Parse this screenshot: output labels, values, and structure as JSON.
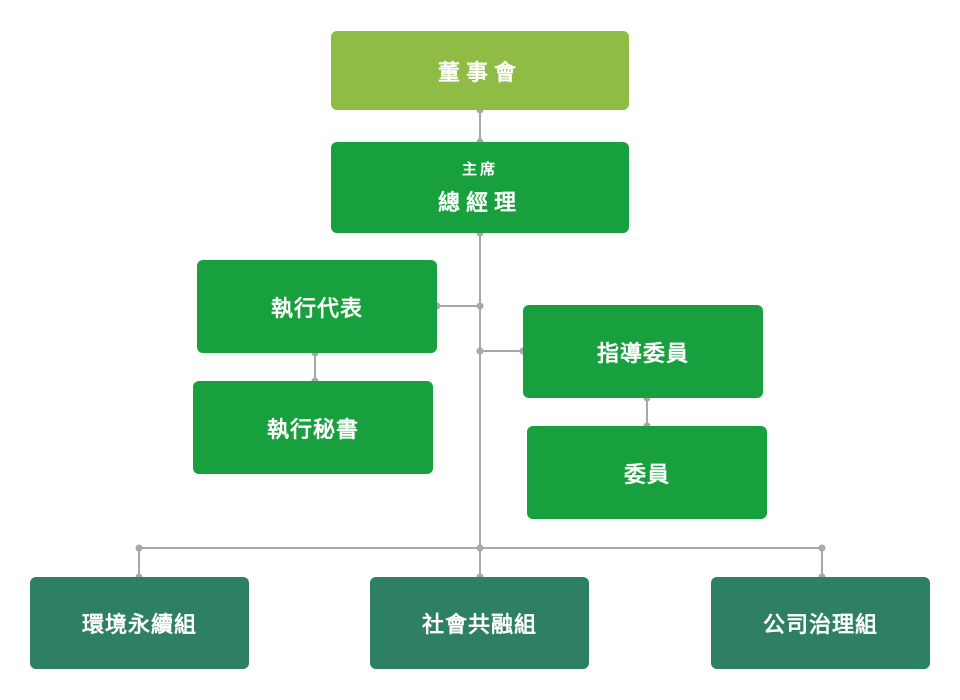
{
  "colors": {
    "board": "#8fbc45",
    "management": "#17a03d",
    "groups": "#2e8062",
    "connector": "#a8a8a8"
  },
  "board": {
    "label": "董事會"
  },
  "leadership": {
    "title_line1": "主席",
    "title_line2": "總經理"
  },
  "executive_rep": {
    "label": "執行代表"
  },
  "executive_secretary": {
    "label": "執行秘書"
  },
  "steering_committee": {
    "label": "指導委員"
  },
  "committee_member": {
    "label": "委員"
  },
  "working_groups": [
    {
      "label": "環境永續組"
    },
    {
      "label": "社會共融組"
    },
    {
      "label": "公司治理組"
    }
  ]
}
